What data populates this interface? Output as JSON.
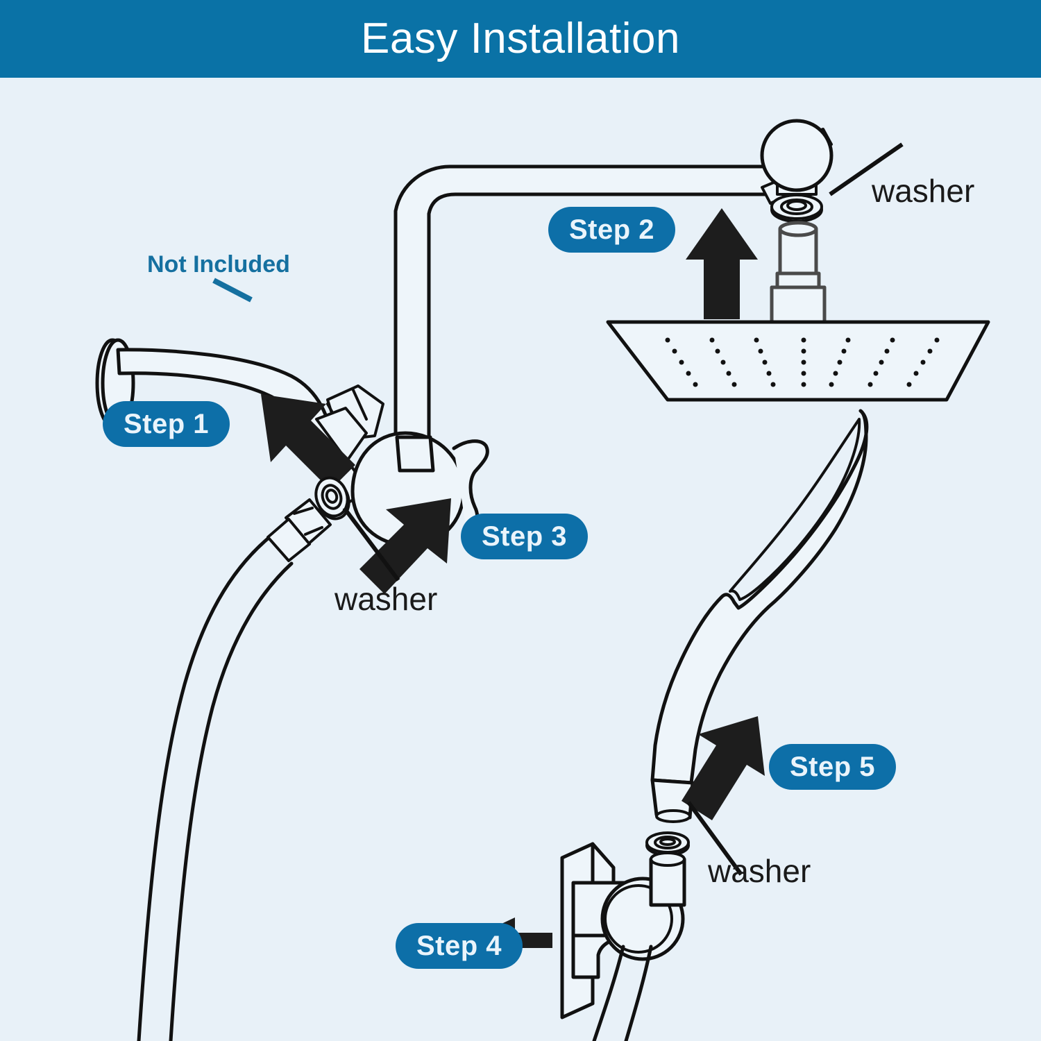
{
  "header": {
    "title": "Easy Installation",
    "background_color": "#0a72a6",
    "text_color": "#ffffff"
  },
  "canvas": {
    "background_color": "#e8f1f8",
    "line_color": "#111111"
  },
  "steps": [
    {
      "id": "step-1",
      "label": "Step 1",
      "color": "#0d6fa8"
    },
    {
      "id": "step-2",
      "label": "Step 2",
      "color": "#0d6fa8"
    },
    {
      "id": "step-3",
      "label": "Step 3",
      "color": "#0d6fa8"
    },
    {
      "id": "step-4",
      "label": "Step 4",
      "color": "#0d6fa8"
    },
    {
      "id": "step-5",
      "label": "Step 5",
      "color": "#0d6fa8"
    }
  ],
  "labels": {
    "washer_top": "washer",
    "washer_middle": "washer",
    "washer_bottom": "washer",
    "not_included": "Not Included",
    "not_included_color": "#1570a0"
  },
  "parts": {
    "wall_flange": "wall-flange",
    "shower_arm": "shower-arm",
    "extension_riser": "extension-riser-pipe",
    "diverter_valve": "diverter-valve",
    "ball_joint": "ball-joint",
    "rain_shower_head": "rain-shower-head",
    "handheld_shower_wand": "handheld-shower-wand",
    "wall_bracket": "wall-mount-bracket",
    "flexible_hose": "flexible-hose",
    "hose_connector_nut": "hose-connector-nut",
    "washer_ring": "washer-ring"
  }
}
